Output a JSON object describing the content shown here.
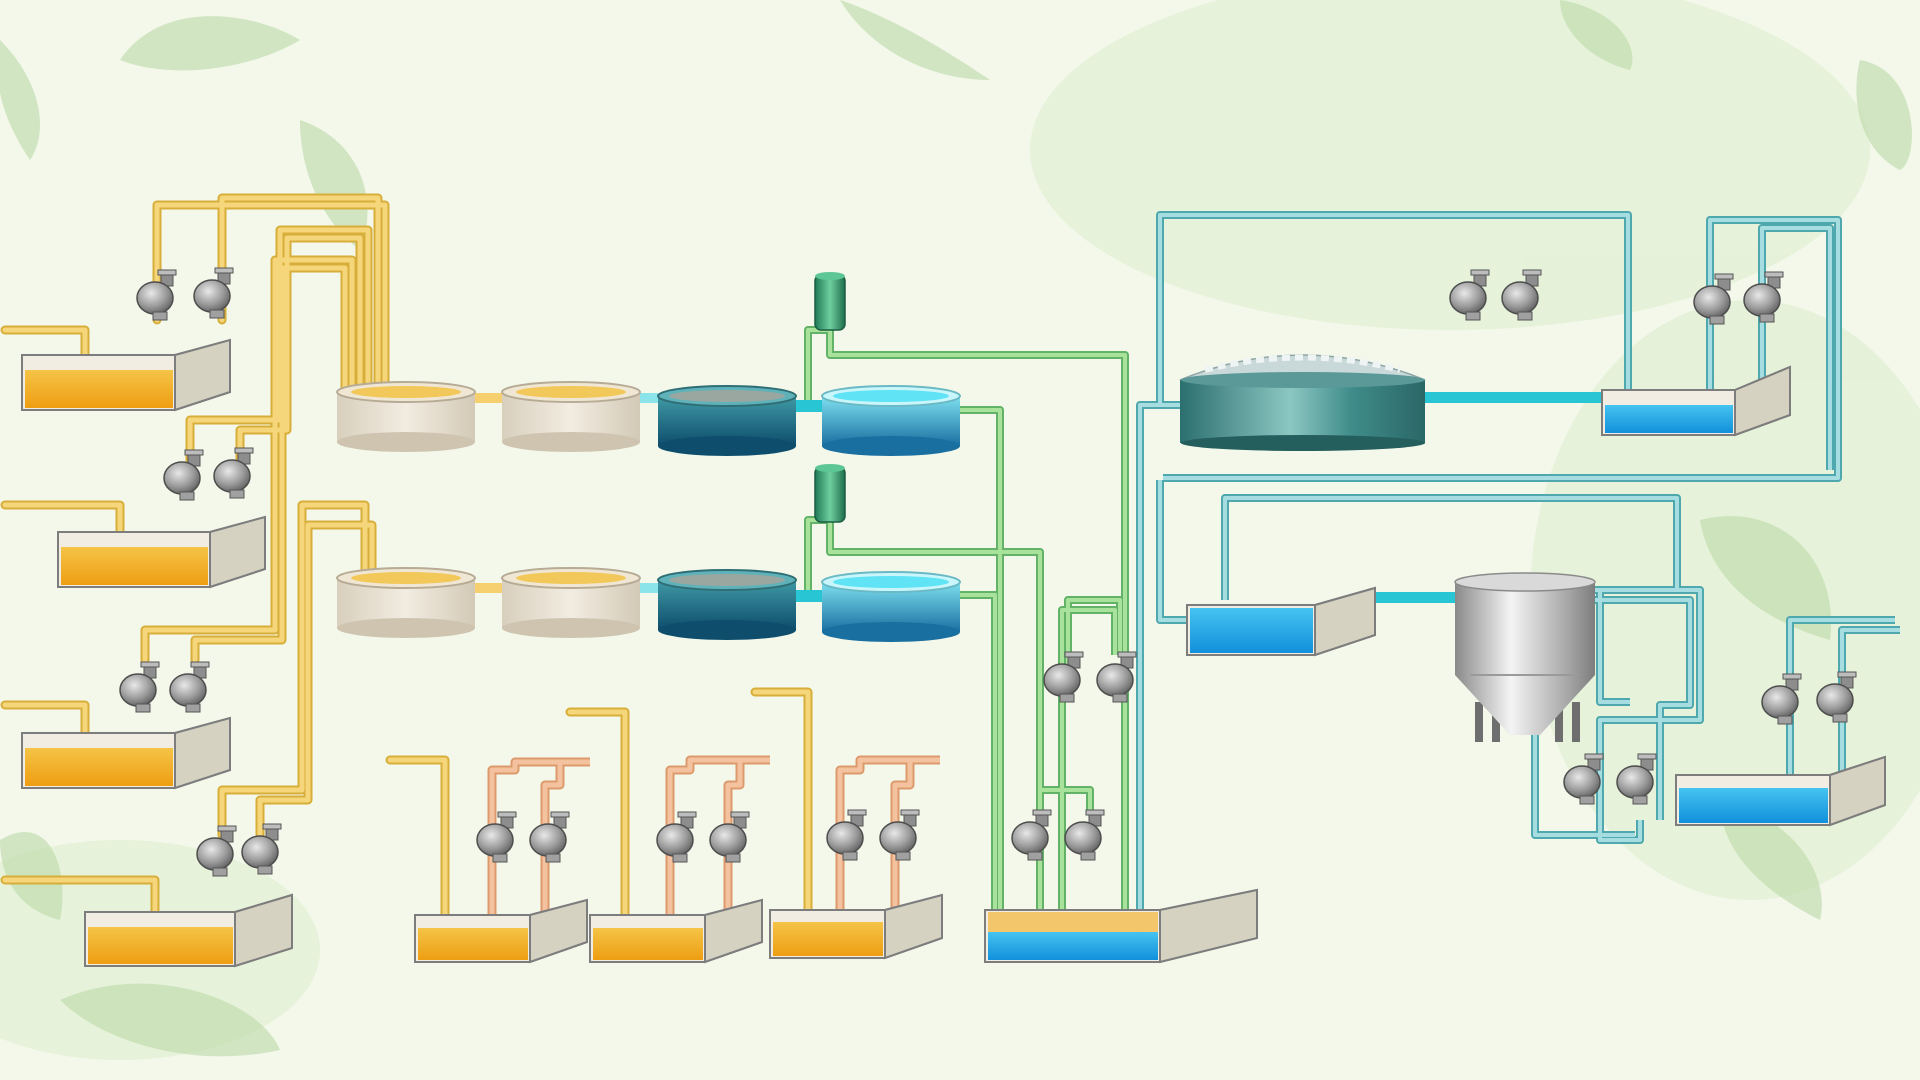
{
  "diagram": {
    "kind": "water-treatment-process-flow",
    "text_labels": [],
    "colors": {
      "background": "#f3f8ea",
      "leaf": "#a9cf93",
      "pipe_yellow": "#f3cf63",
      "pipe_orange": "#f2b489",
      "pipe_green": "#8fcf83",
      "pipe_teal": "#74c3c8",
      "pipe_cyan": "#27c3d2",
      "pump_gray": "#9a9a9a",
      "liquid_orange": "#f0a516",
      "liquid_blue": "#1ea3e2",
      "tank_wall": "#d9d5c6",
      "dark_teal": "#2f7b7b"
    },
    "components": {
      "raw_tanks": 4,
      "bottom_small_tanks": 3,
      "mixing_tank": 1,
      "clarifier_trains": 2,
      "dosing_vessels": 2,
      "filter": 1,
      "blue_tanks": 3,
      "conical_hopper": 1,
      "pumps": 26
    }
  }
}
